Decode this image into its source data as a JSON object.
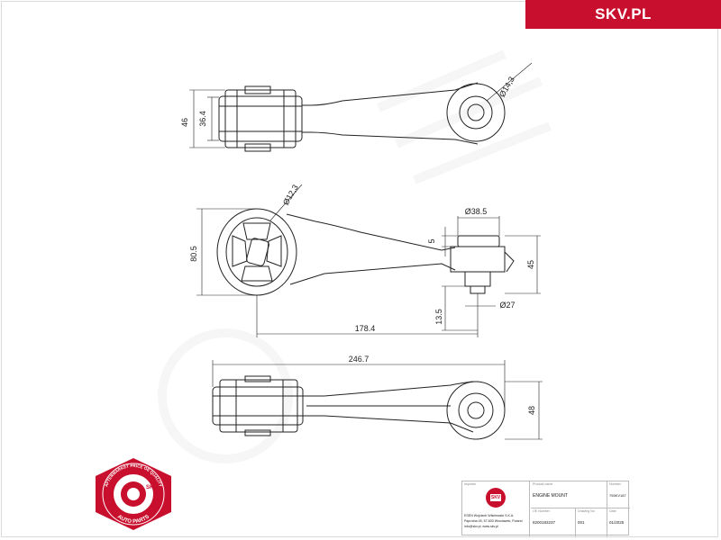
{
  "brand": {
    "label": "SKV.PL",
    "color": "#c8102e"
  },
  "dimensions": {
    "top_view": {
      "height_outer": "46",
      "height_inner": "36.4",
      "hole_dia": "Ø14,3"
    },
    "side_view": {
      "bushing_dia": "Ø12,3",
      "height": "80.5",
      "top_dia": "Ø38.5",
      "offset": "5",
      "pin_height": "45",
      "pin_base": "13.5",
      "pin_dia": "Ø27",
      "length_center": "178.4"
    },
    "bottom_view": {
      "overall_length": "246.7",
      "height": "48"
    }
  },
  "title_block": {
    "importer_label": "Importer",
    "product_label": "Product name",
    "product_value": "ENGINE MOUNT",
    "number_label": "Number",
    "number_value": "755KV187",
    "company_line1": "ESEN Wojciech Wiśniewski S.K.A.",
    "company_line2": "Paprotna 45, 57-600 Wrocławek, Poland",
    "company_line3": "info@skv.pl, www.skv.pl",
    "oe_label": "OE Number",
    "oe_value": "8200183237",
    "drawing_label": "Drawing No",
    "drawing_value": "001",
    "date_label": "Date",
    "date_value": "01/2025",
    "logo_text": "SKV"
  },
  "badge": {
    "ring_text": "AFTERMARKET PRICE OE QUALITY",
    "center_text": "SKV",
    "bottom_text": "AUTO PARTS",
    "color": "#c8102e"
  }
}
